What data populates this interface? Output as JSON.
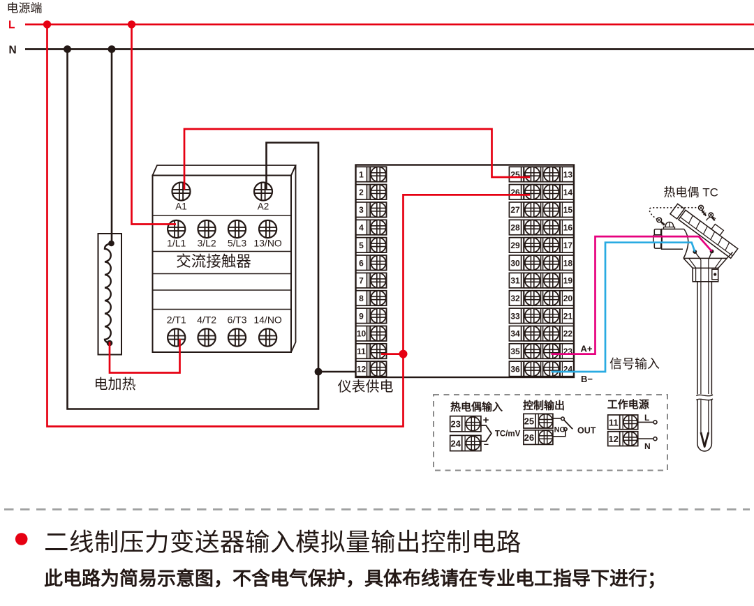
{
  "colors": {
    "line": "#231815",
    "red": "#e60012",
    "magenta": "#e6007e",
    "cyan": "#29abe2",
    "dash_gray": "#9fa0a0",
    "detail_dash": "#898989"
  },
  "power": {
    "label": "电源端",
    "l": "L",
    "n": "N"
  },
  "heater": {
    "label": "电加热"
  },
  "contactor": {
    "title": "交流接触器",
    "coil_terminals": [
      "A1",
      "A2"
    ],
    "top_terminals": [
      "1/L1",
      "3/L2",
      "5/L3",
      "13/NO"
    ],
    "bottom_terminals": [
      "2/T1",
      "4/T2",
      "6/T3",
      "14/NO"
    ]
  },
  "meter": {
    "label": "仪表供电",
    "left_numbers": [
      "1",
      "2",
      "3",
      "4",
      "5",
      "6",
      "7",
      "8",
      "9",
      "10",
      "11",
      "12"
    ],
    "inner_numbers": [
      "25",
      "26",
      "27",
      "28",
      "29",
      "30",
      "31",
      "32",
      "33",
      "34",
      "35",
      "36"
    ],
    "outer_numbers": [
      "13",
      "14",
      "15",
      "16",
      "17",
      "18",
      "19",
      "20",
      "21",
      "22",
      "23",
      "24"
    ]
  },
  "signal": {
    "a_plus": "A+",
    "b_minus": "B−",
    "label": "信号输入"
  },
  "thermocouple": {
    "label": "热电偶 TC"
  },
  "detail": {
    "groups": [
      {
        "title": "热电偶输入",
        "terminals": [
          "23",
          "24"
        ],
        "plus": "+",
        "minus": "−",
        "tag": "TC/mV"
      },
      {
        "title": "控制输出",
        "terminals": [
          "25",
          "26"
        ],
        "no_label": "NO",
        "out_label": "OUT"
      },
      {
        "title": "工作电源",
        "terminals": [
          "11",
          "12"
        ],
        "l": "L",
        "n": "N"
      }
    ]
  },
  "footer": {
    "title": "二线制压力变送器输入模拟量输出控制电路",
    "note": "此电路为简易示意图，不含电气保护，具体布线请在专业电工指导下进行；"
  }
}
